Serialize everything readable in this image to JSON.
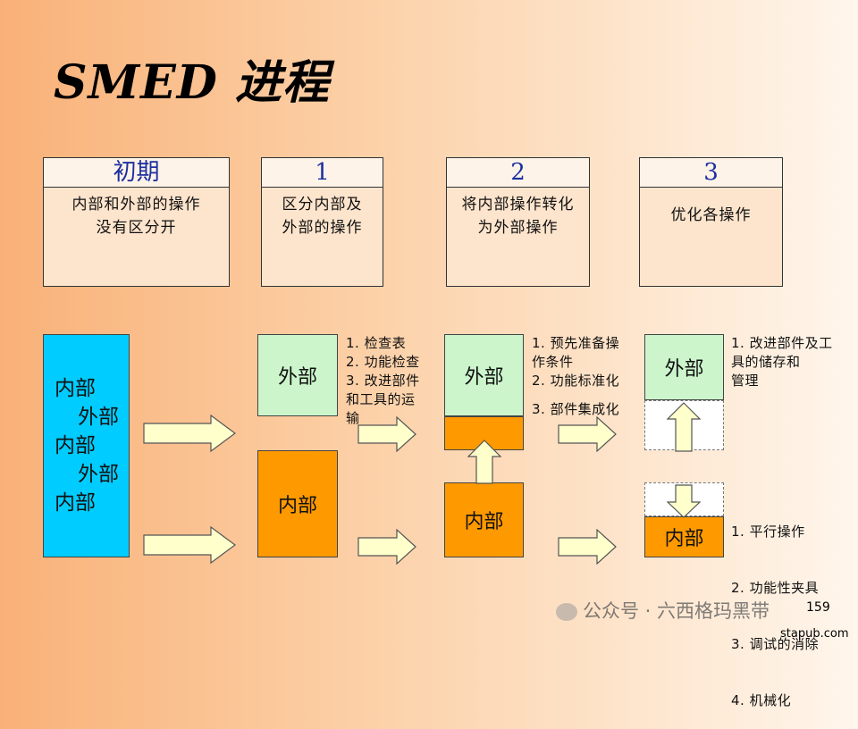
{
  "title": "SMED 进程",
  "stages": [
    {
      "head": "初期",
      "lines": [
        "内部和外部的操作",
        "没有区分开"
      ]
    },
    {
      "head": "1",
      "lines": [
        "区分内部及",
        "外部的操作"
      ]
    },
    {
      "head": "2",
      "lines": [
        "将内部操作转化",
        "为外部操作"
      ]
    },
    {
      "head": "3",
      "lines": [
        "优化各操作"
      ]
    }
  ],
  "initial_block": [
    "内部",
    "外部",
    "内部",
    "外部",
    "内部"
  ],
  "labels": {
    "external": "外部",
    "internal": "内部"
  },
  "notes": {
    "stage1": [
      "1. 检查表",
      "2. 功能检查",
      "3. 改进部件",
      "和工具的运",
      "输"
    ],
    "stage2": [
      "1. 预先准备操",
      "作条件",
      "2. 功能标准化",
      "",
      "3. 部件集成化"
    ],
    "stage3_top": [
      "1. 改进部件及工",
      "具的储存和",
      "管理"
    ],
    "stage3_bottom": [
      "1.   平行操作",
      "2.   功能性夹具",
      "3.   调试的消除",
      "4.   机械化"
    ]
  },
  "watermark": "公众号 · 六西格玛黑带",
  "page_number": "159",
  "site": "stapub.com"
}
